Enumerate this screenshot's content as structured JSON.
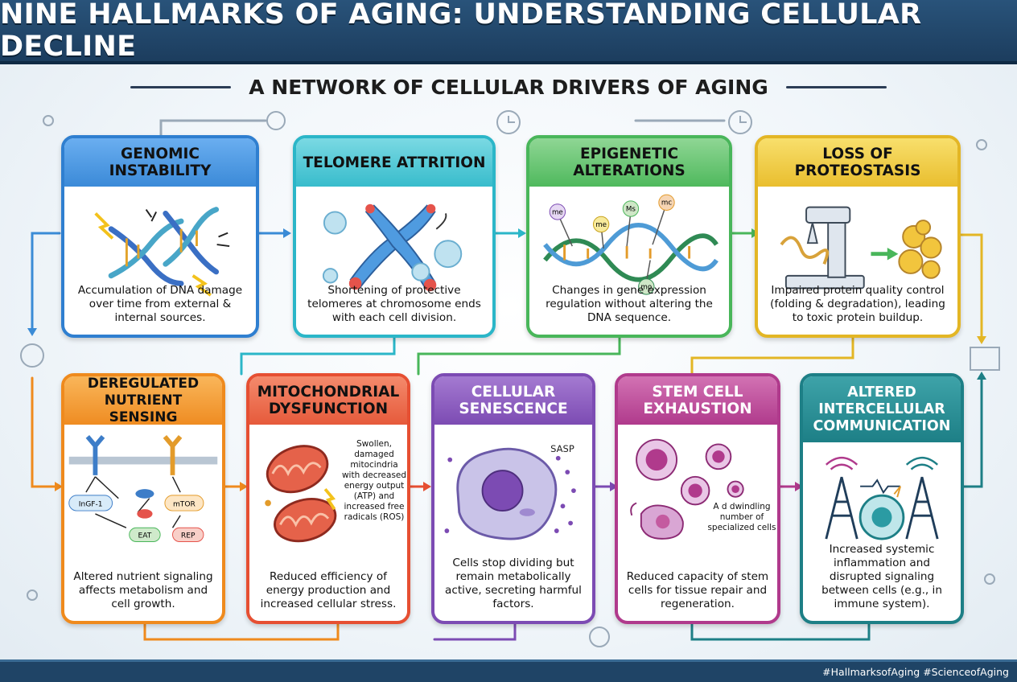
{
  "title": "NINE HALLMARKS OF AGING: UNDERSTANDING CELLULAR DECLINE",
  "subtitle": "A NETWORK OF CELLULAR DRIVERS OF AGING",
  "colors": {
    "genomic": "#2f7fd0",
    "telomere": "#2bb6c8",
    "epigenetic": "#49b65a",
    "proteostasis": "#e3b625",
    "nutrient": "#ef8a1d",
    "mitochondrial": "#e64f32",
    "senescence": "#7c4bb3",
    "stem": "#b03a8c",
    "intercellular": "#1d7f86"
  },
  "cards": [
    {
      "title": "GENOMIC INSTABILITY",
      "desc": "Accumulation of DNA damage over time from external & internal sources.",
      "icon": "broken-dna-icon"
    },
    {
      "title": "TELOMERE ATTRITION",
      "desc": "Shortening of protective telomeres at chromosome ends with each cell division.",
      "icon": "chromosome-icon"
    },
    {
      "title": "EPIGENETIC ALTERATIONS",
      "desc": "Changes in gene expression regulation without altering the DNA sequence.",
      "icon": "methylated-dna-icon",
      "tags": [
        "me",
        "me",
        "Ms",
        "mc",
        "mo"
      ]
    },
    {
      "title": "LOSS OF PROTEOSTASIS",
      "desc": "Impaired protein quality control (folding & degradation), leading to toxic protein buildup.",
      "icon": "protein-machine-icon"
    },
    {
      "title": "DEREGULATED NUTRIENT SENSING",
      "desc": "Altered nutrient signaling affects metabolism and cell growth.",
      "icon": "receptor-pathway-icon",
      "nodes": [
        "InGF-1",
        "mTOR",
        "EAT",
        "REP"
      ]
    },
    {
      "title": "MITOCHONDRIAL DYSFUNCTION",
      "desc": "Reduced efficiency of energy production and increased cellular stress.",
      "icon": "mitochondria-icon",
      "note": "Swollen, damaged mitocindria with decreased energy output (ATP) and increased free radicals (ROS)"
    },
    {
      "title": "CELLULAR SENESCENCE",
      "desc": "Cells stop dividing but remain metabolically active, secreting harmful factors.",
      "icon": "senescent-cell-icon",
      "label": "SASP"
    },
    {
      "title": "STEM CELL EXHAUSTION",
      "desc": "Reduced capacity of stem cells for tissue repair and regeneration.",
      "icon": "stem-cells-icon",
      "note": "A d dwindling number of specialized cells"
    },
    {
      "title": "ALTERED INTERCELLULAR COMMUNICATION",
      "desc": "Increased systemic inflammation and disrupted signaling between cells (e.g., in immune system).",
      "icon": "signal-towers-icon"
    }
  ],
  "footer": "#HallmarksofAging #ScienceofAging"
}
